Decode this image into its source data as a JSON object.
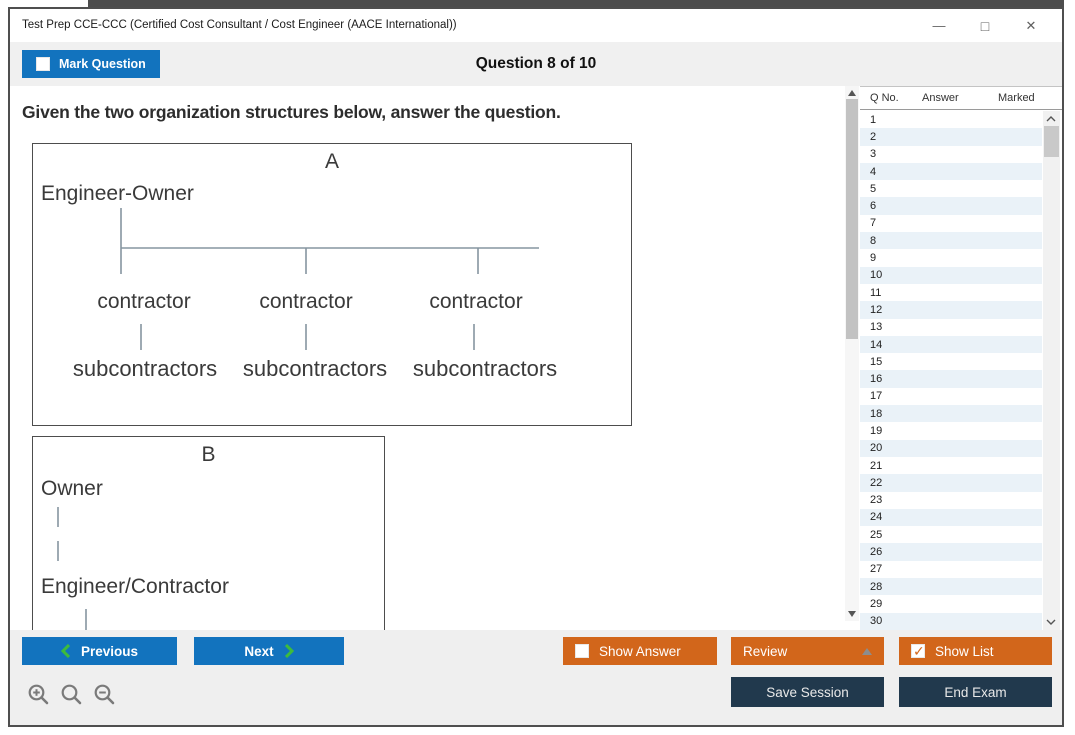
{
  "window": {
    "title": "Test Prep CCE-CCC (Certified Cost Consultant / Cost Engineer (AACE International))",
    "controls": {
      "minimize": "—",
      "maximize": "□",
      "close": "✕"
    }
  },
  "header": {
    "mark_question": {
      "label": "Mark Question",
      "checked": false
    },
    "question_counter": "Question 8 of 10"
  },
  "question": {
    "prompt": "Given the two organization structures below, answer the question.",
    "diagram_a": {
      "label": "A",
      "root": "Engineer-Owner",
      "children": [
        "contractor",
        "contractor",
        "contractor"
      ],
      "grandchildren": [
        "subcontractors",
        "subcontractors",
        "subcontractors"
      ]
    },
    "diagram_b": {
      "label": "B",
      "root": "Owner",
      "child": "Engineer/Contractor"
    }
  },
  "question_list": {
    "columns": [
      "Q No.",
      "Answer",
      "Marked"
    ],
    "rows": [
      1,
      2,
      3,
      4,
      5,
      6,
      7,
      8,
      9,
      10,
      11,
      12,
      13,
      14,
      15,
      16,
      17,
      18,
      19,
      20,
      21,
      22,
      23,
      24,
      25,
      26,
      27,
      28,
      29,
      30
    ]
  },
  "footer": {
    "previous": "Previous",
    "next": "Next",
    "show_answer": {
      "label": "Show Answer",
      "checked": false
    },
    "review": "Review",
    "show_list": {
      "label": "Show List",
      "checked": true
    },
    "save_session": "Save Session",
    "end_exam": "End Exam"
  },
  "colors": {
    "accent_blue": "#1273be",
    "accent_orange": "#d2661b",
    "navy": "#21394d",
    "chevron_green": "#3dbb3d",
    "row_alt": "#eaf2f8",
    "diagram_line": "#8695a0"
  }
}
